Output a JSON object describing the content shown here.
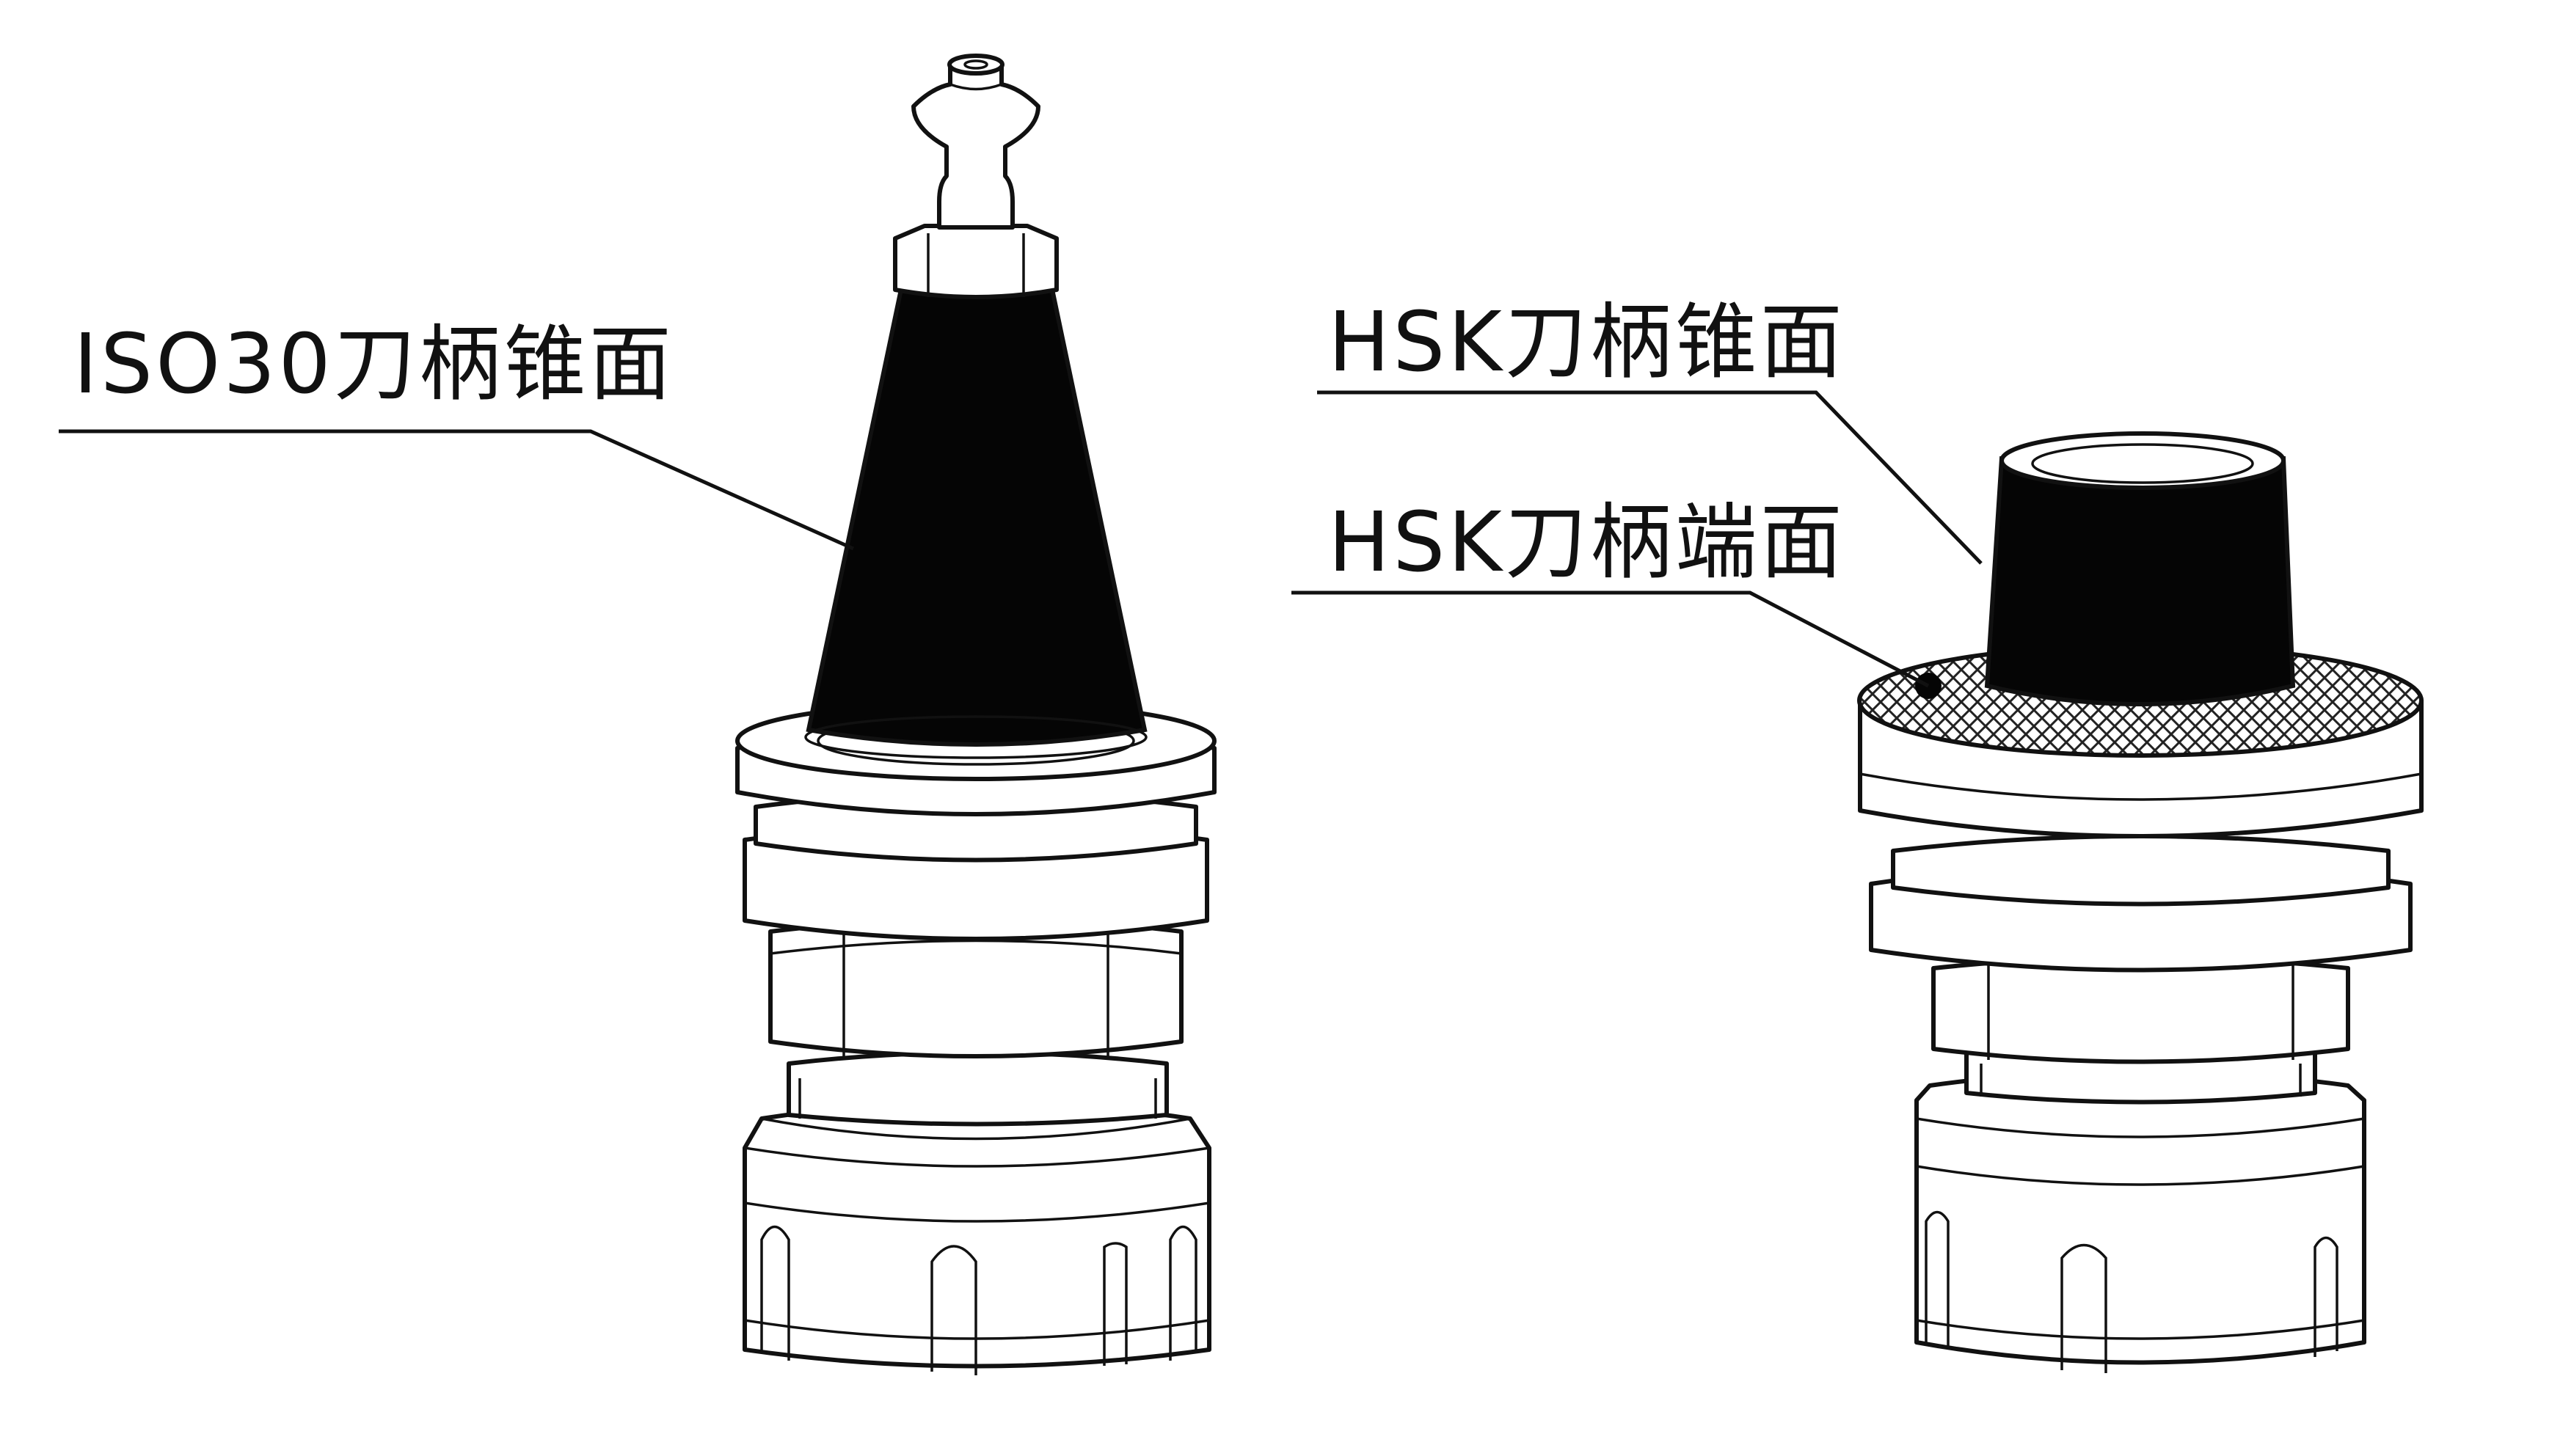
{
  "labels": {
    "iso_cone": "ISO30刀柄锥面",
    "hsk_cone": "HSK刀柄锥面",
    "hsk_face": "HSK刀柄端面"
  },
  "colors": {
    "ink": "#111111",
    "fill_black": "#050505",
    "background": "#ffffff"
  }
}
